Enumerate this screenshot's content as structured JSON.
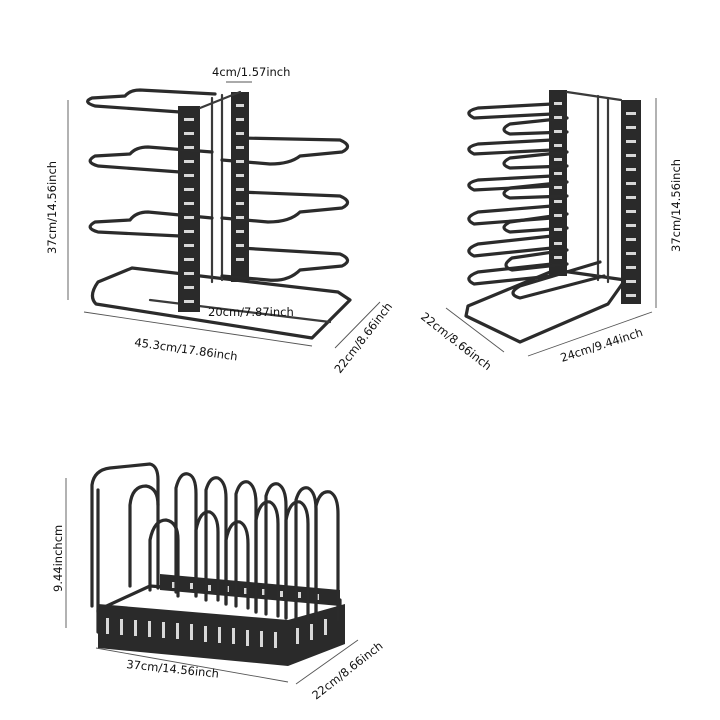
{
  "product": {
    "top_left": {
      "top": "4cm/1.57inch",
      "height": "37cm/14.56inch",
      "inner": "20cm/7.87inch",
      "length": "45.3cm/17.86inch",
      "depth": "22cm/8.66inch"
    },
    "top_right": {
      "height": "37cm/14.56inch",
      "depth": "22cm/8.66inch",
      "width": "24cm/9.44inch"
    },
    "bottom_left": {
      "height": "9.44inchcm",
      "length": "37cm/14.56inch",
      "depth": "22cm/8.66inch"
    }
  },
  "colors": {
    "metal": "#2b2b2b",
    "background": "#ffffff"
  }
}
